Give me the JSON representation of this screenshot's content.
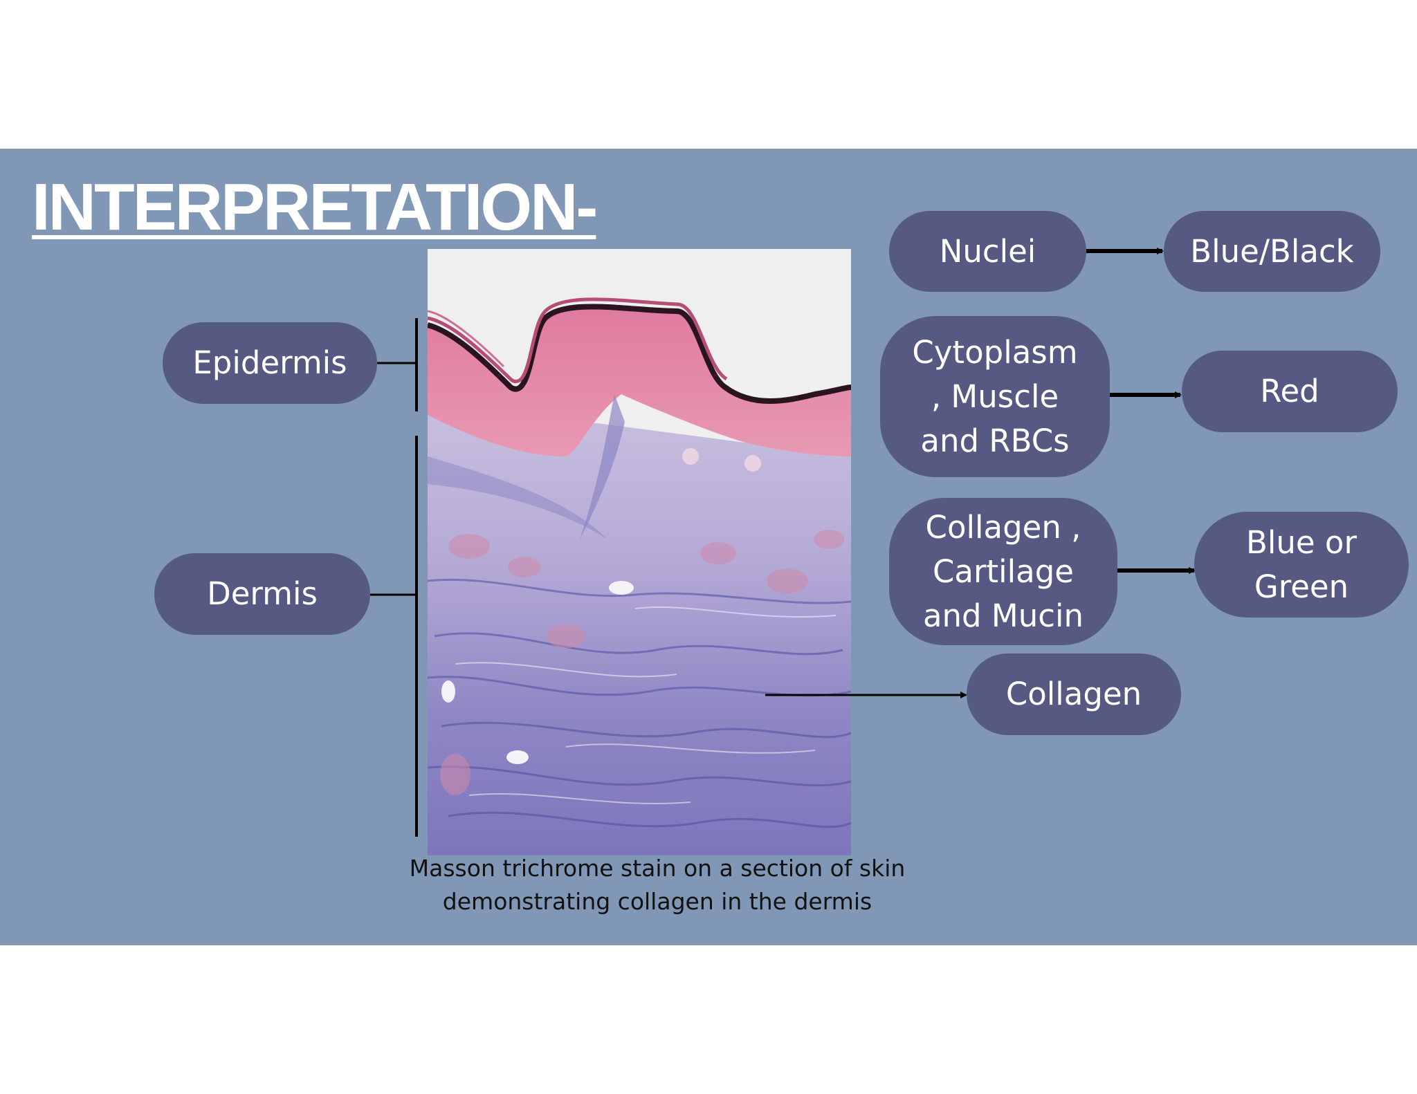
{
  "title": "INTERPRETATION-",
  "labels": {
    "epidermis": "Epidermis",
    "dermis": "Dermis",
    "collagen_pointer": "Collagen"
  },
  "stain_key": [
    {
      "component": "Nuclei",
      "color": "Blue/Black"
    },
    {
      "component": "Cytoplasm , Muscle and RBCs",
      "color": "Red"
    },
    {
      "component": "Collagen , Cartilage and Mucin",
      "color": "Blue or Green"
    }
  ],
  "caption": "Masson trichrome stain on a section of skin demonstrating collagen in the dermis",
  "colors": {
    "background": "#8097b5",
    "pill": "#565a82",
    "epidermis_stain": "#d9789a",
    "keratin_stain": "#2a1420",
    "dermis_stain": "#9a93c9",
    "collagen_stain": "#5a58a8"
  }
}
